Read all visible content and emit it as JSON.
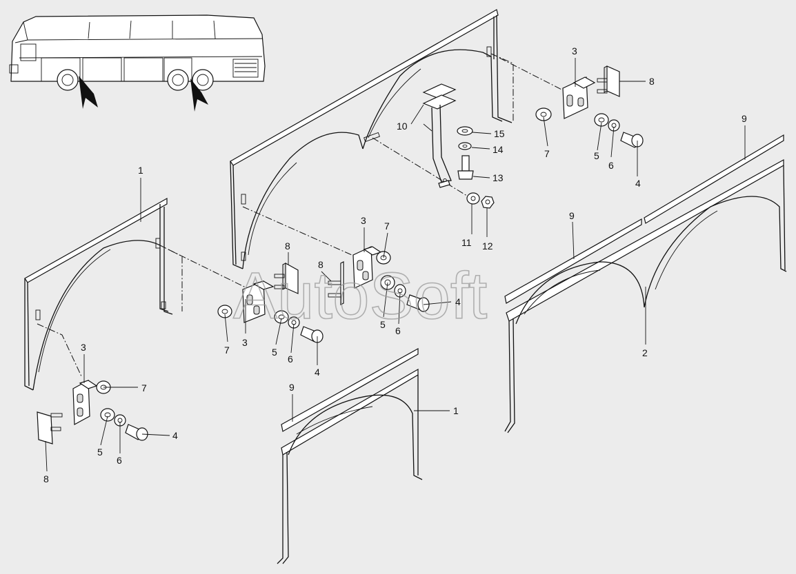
{
  "watermark": "AutoSoft",
  "callouts": [
    {
      "id": "c1a",
      "label": "1"
    },
    {
      "id": "c1b",
      "label": "1"
    },
    {
      "id": "c2",
      "label": "2"
    },
    {
      "id": "c3a",
      "label": "3"
    },
    {
      "id": "c3b",
      "label": "3"
    },
    {
      "id": "c3c",
      "label": "3"
    },
    {
      "id": "c3d",
      "label": "3"
    },
    {
      "id": "c4a",
      "label": "4"
    },
    {
      "id": "c4b",
      "label": "4"
    },
    {
      "id": "c4c",
      "label": "4"
    },
    {
      "id": "c4d",
      "label": "4"
    },
    {
      "id": "c5a",
      "label": "5"
    },
    {
      "id": "c5b",
      "label": "5"
    },
    {
      "id": "c5c",
      "label": "5"
    },
    {
      "id": "c5d",
      "label": "5"
    },
    {
      "id": "c6a",
      "label": "6"
    },
    {
      "id": "c6b",
      "label": "6"
    },
    {
      "id": "c6c",
      "label": "6"
    },
    {
      "id": "c6d",
      "label": "6"
    },
    {
      "id": "c7a",
      "label": "7"
    },
    {
      "id": "c7b",
      "label": "7"
    },
    {
      "id": "c7c",
      "label": "7"
    },
    {
      "id": "c7d",
      "label": "7"
    },
    {
      "id": "c8a",
      "label": "8"
    },
    {
      "id": "c8b",
      "label": "8"
    },
    {
      "id": "c8c",
      "label": "8"
    },
    {
      "id": "c8d",
      "label": "8"
    },
    {
      "id": "c9a",
      "label": "9"
    },
    {
      "id": "c9b",
      "label": "9"
    },
    {
      "id": "c9c",
      "label": "9"
    },
    {
      "id": "c10",
      "label": "10"
    },
    {
      "id": "c11",
      "label": "11"
    },
    {
      "id": "c12",
      "label": "12"
    },
    {
      "id": "c13",
      "label": "13"
    },
    {
      "id": "c14",
      "label": "14"
    },
    {
      "id": "c15",
      "label": "15"
    }
  ]
}
